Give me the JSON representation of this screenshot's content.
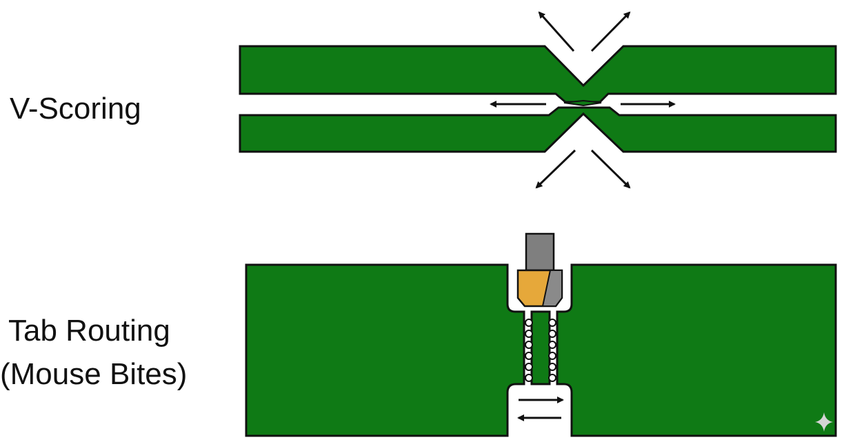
{
  "labels": {
    "v_scoring": "V-Scoring",
    "tab_routing_line1": "Tab Routing",
    "tab_routing_line2": "(Mouse Bites)"
  },
  "colors": {
    "board_green": "#0f7a15",
    "outline": "#111111",
    "router_shank": "#7f7f7f",
    "router_tip_gold": "#e6a83a",
    "router_tip_gray": "#8a8a8a",
    "background": "#ffffff"
  },
  "icons": [
    "arrow-icon",
    "router-bit-icon",
    "sparkle-icon"
  ]
}
